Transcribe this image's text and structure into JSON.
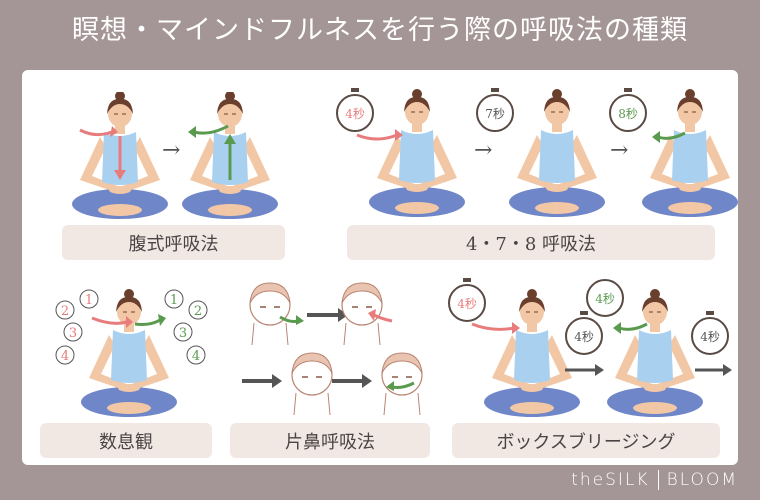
{
  "title": "瞑想・マインドフルネスを行う際の呼吸法の種類",
  "colors": {
    "background": "#a49596",
    "panel": "#ffffff",
    "label_bg": "#f1e8e3",
    "inhale": "#e87c7c",
    "exhale": "#5a9a4f",
    "top": "#a9d0ef",
    "pants": "#6f86c8",
    "skin": "#f2c7a5",
    "hair": "#6b3f2e",
    "arrow_gray": "#555555"
  },
  "sections": [
    {
      "id": "abdominal",
      "label": "腹式呼吸法"
    },
    {
      "id": "478",
      "label": "4・7・8 呼吸法",
      "timers": [
        "4秒",
        "7秒",
        "8秒"
      ]
    },
    {
      "id": "counting",
      "label": "数息観",
      "inhale_counts": [
        "1",
        "2",
        "3",
        "4"
      ],
      "exhale_counts": [
        "1",
        "2",
        "3",
        "4"
      ]
    },
    {
      "id": "alternate-nostril",
      "label": "片鼻呼吸法"
    },
    {
      "id": "box",
      "label": "ボックスブリージング",
      "timers": [
        "4秒",
        "4秒",
        "4秒",
        "4秒"
      ]
    }
  ],
  "step_arrow": "→",
  "brand": {
    "left": "theSILK",
    "right": "BLOOM"
  }
}
